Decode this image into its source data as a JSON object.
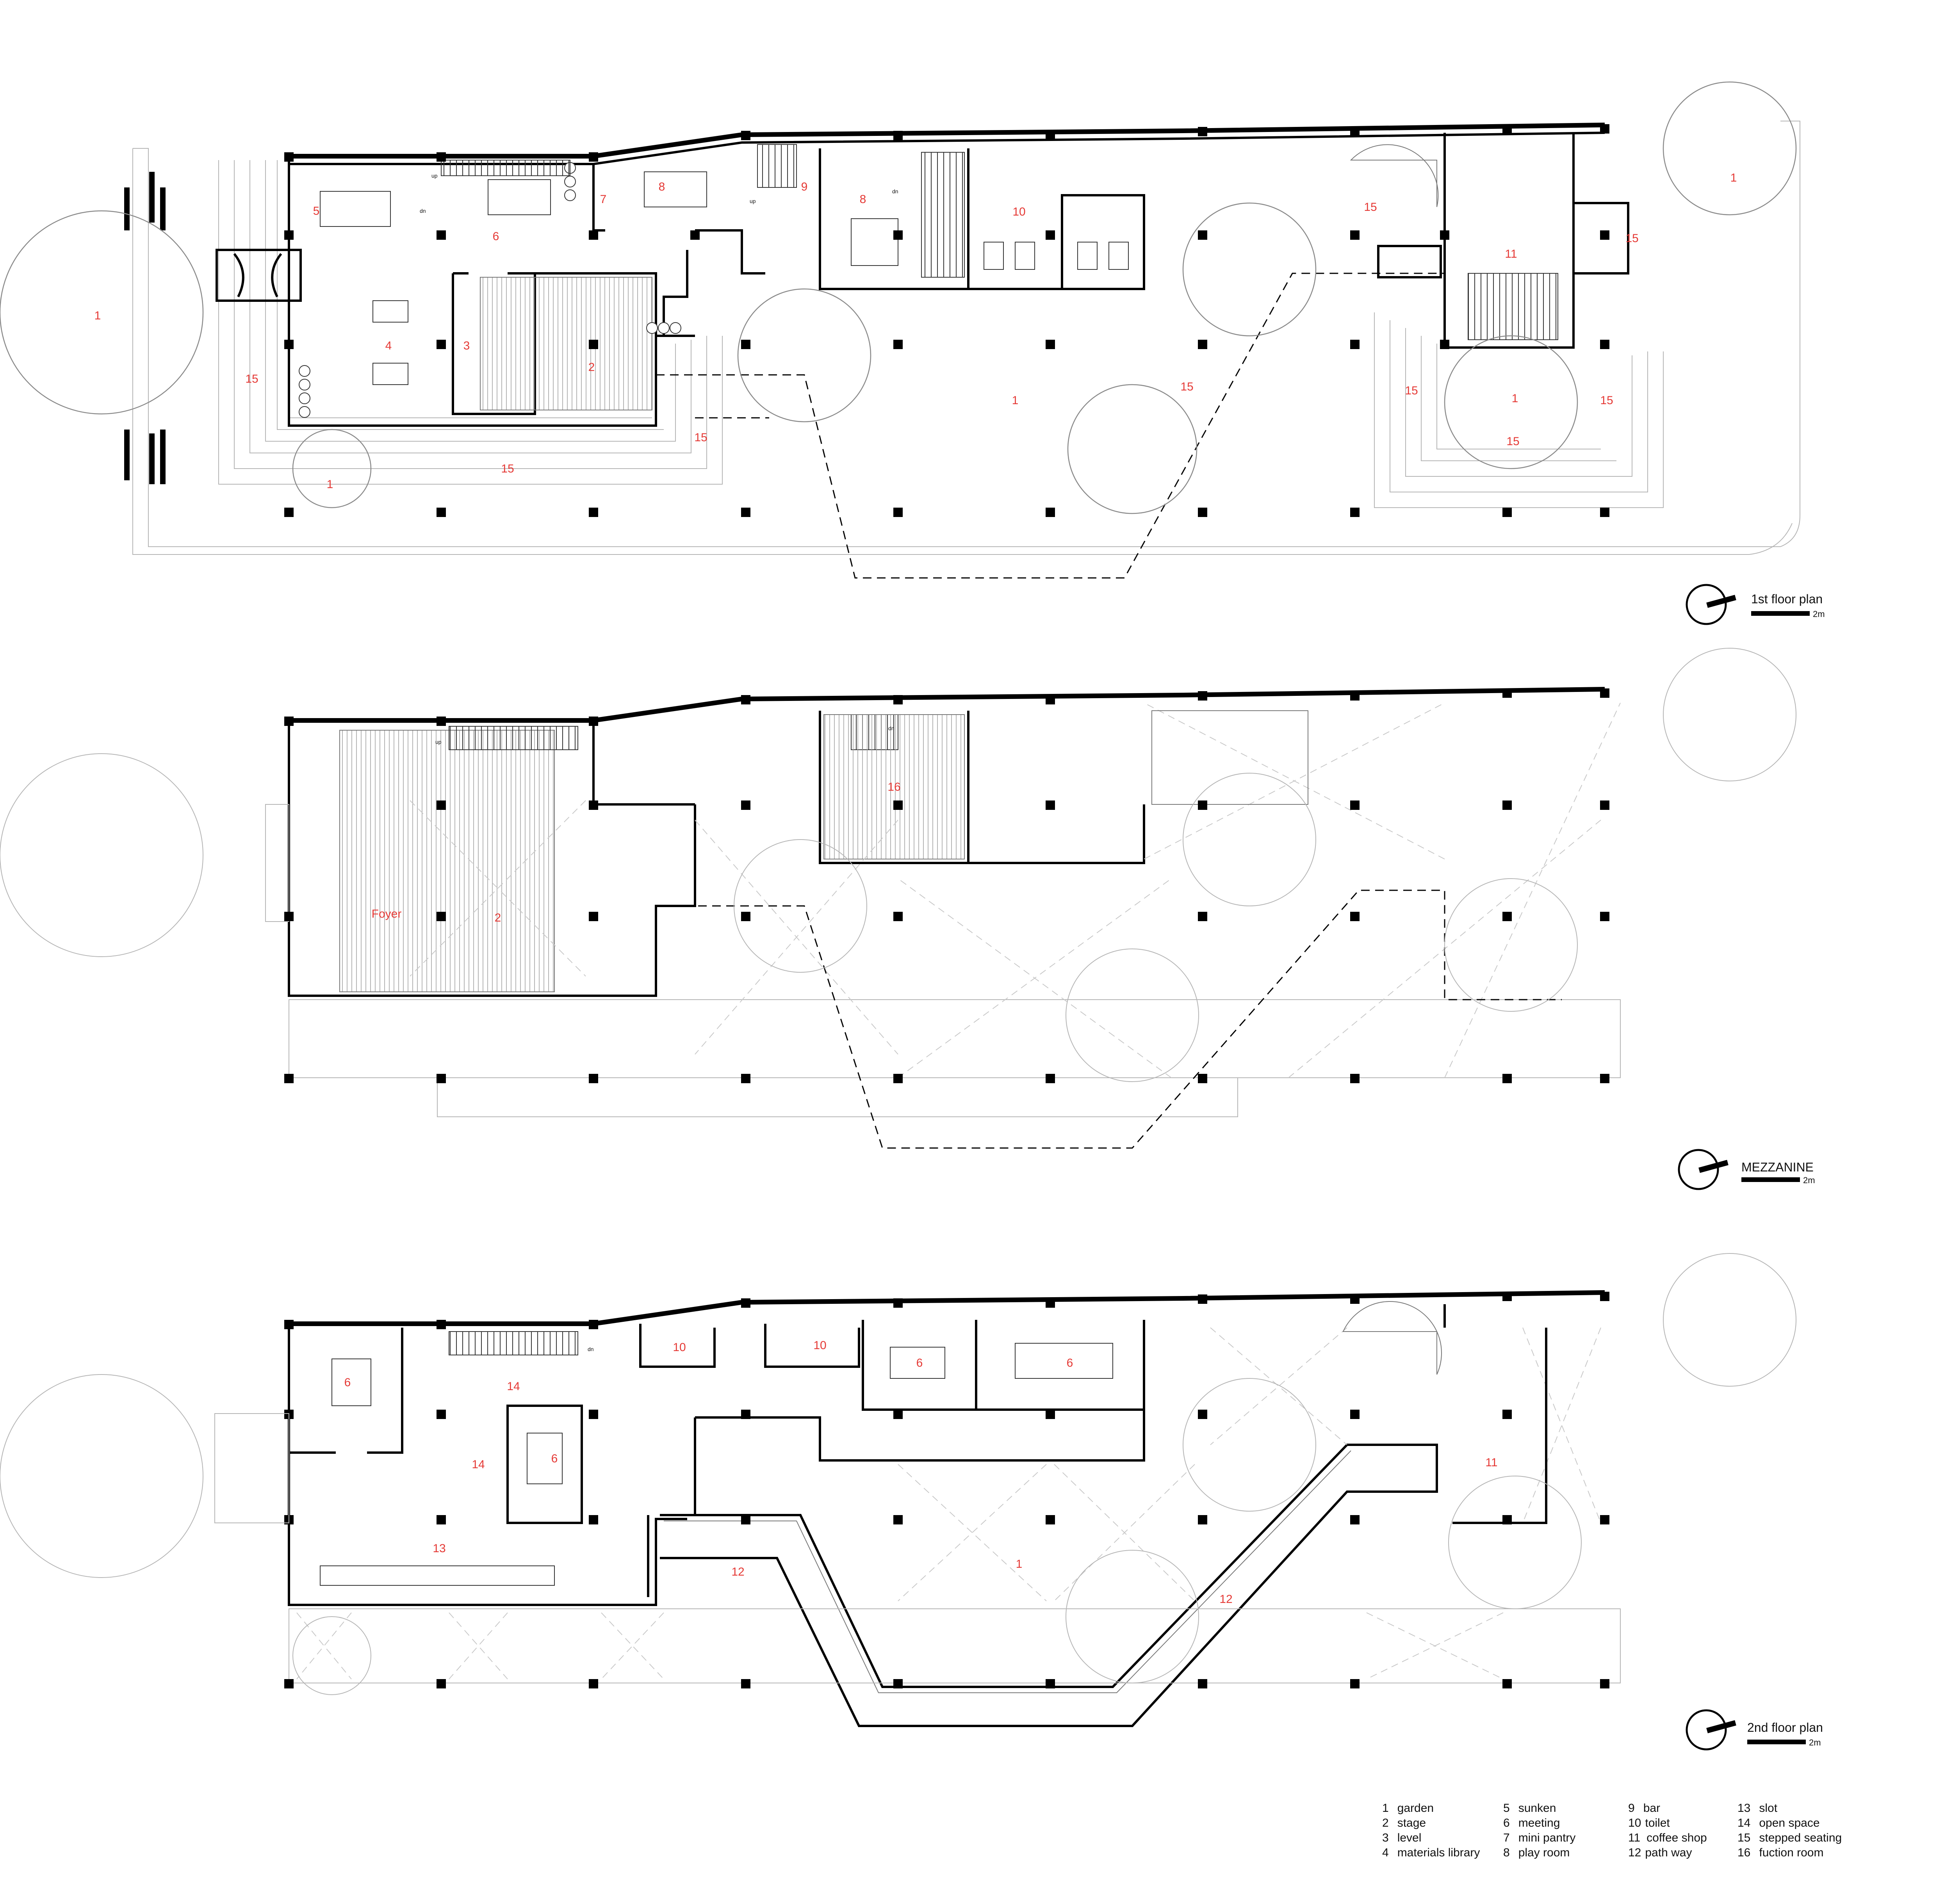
{
  "plans": [
    {
      "title": "1st floor plan",
      "scale": "2m",
      "labels": [
        "1",
        "1",
        "1",
        "1",
        "1",
        "2",
        "3",
        "4",
        "5",
        "6",
        "7",
        "8",
        "8",
        "9",
        "10",
        "11",
        "15",
        "15",
        "15",
        "15",
        "15",
        "15",
        "15",
        "15",
        "15"
      ],
      "stair_marks": [
        "up",
        "dn",
        "up",
        "dn"
      ]
    },
    {
      "title": "MEZZANINE",
      "scale": "2m",
      "labels": [
        "Foyer",
        "2",
        "16"
      ],
      "stair_marks": [
        "up",
        "dn"
      ]
    },
    {
      "title": "2nd floor plan",
      "scale": "2m",
      "labels": [
        "6",
        "6",
        "6",
        "6",
        "10",
        "10",
        "14",
        "14",
        "13",
        "12",
        "12",
        "1",
        "11"
      ],
      "stair_marks": [
        "dn"
      ]
    }
  ],
  "legend": [
    {
      "num": "1",
      "text": "garden"
    },
    {
      "num": "2",
      "text": "stage"
    },
    {
      "num": "3",
      "text": "level"
    },
    {
      "num": "4",
      "text": "materials library"
    },
    {
      "num": "5",
      "text": "sunken"
    },
    {
      "num": "6",
      "text": "meeting"
    },
    {
      "num": "7",
      "text": "mini pantry"
    },
    {
      "num": "8",
      "text": "play room"
    },
    {
      "num": "9",
      "text": "bar"
    },
    {
      "num": "10",
      "text": "toilet"
    },
    {
      "num": "11",
      "text": "coffee shop"
    },
    {
      "num": "12",
      "text": "path way"
    },
    {
      "num": "13",
      "text": "slot"
    },
    {
      "num": "14",
      "text": "open space"
    },
    {
      "num": "15",
      "text": "stepped seating"
    },
    {
      "num": "16",
      "text": "fuction room"
    }
  ],
  "colors": {
    "ink": "#000000",
    "label_red": "#e53935",
    "thin_line": "#b5b5b5"
  }
}
